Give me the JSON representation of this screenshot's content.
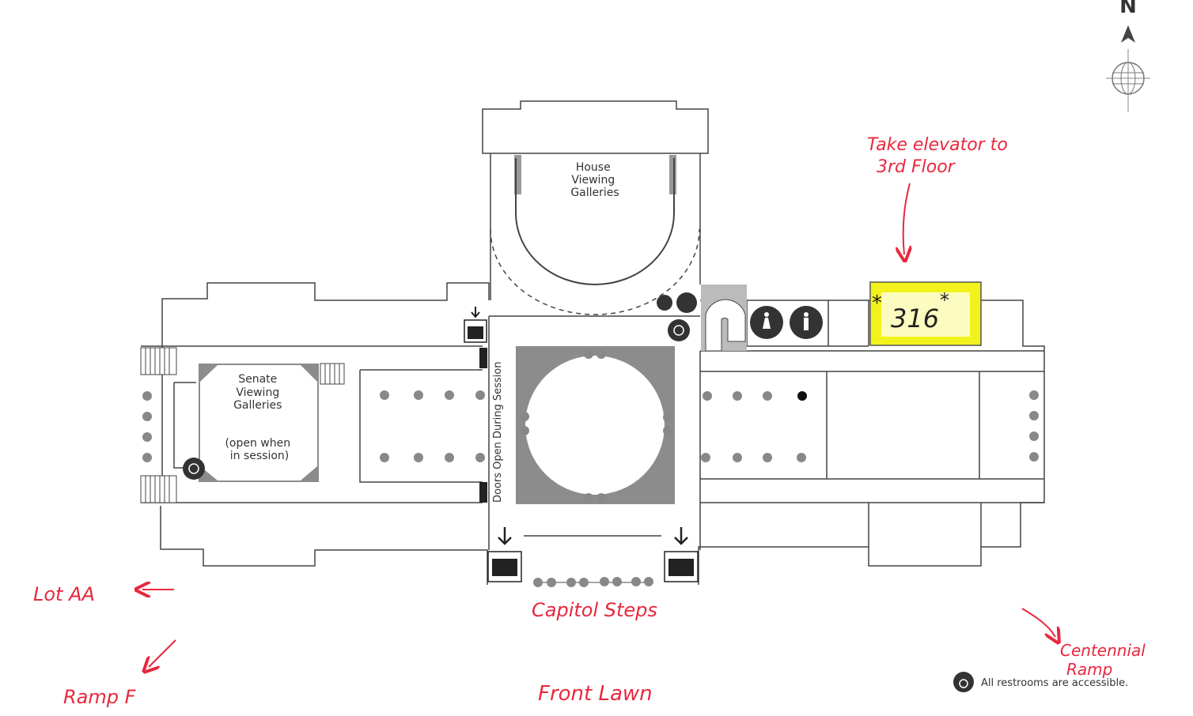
{
  "compass": {
    "north_label": "N"
  },
  "rooms": {
    "house": [
      "House",
      "Viewing",
      "Galleries"
    ],
    "senate": [
      "Senate",
      "Viewing",
      "Galleries"
    ],
    "senate_note": [
      "(open when",
      "in session)"
    ],
    "doors_note": "Doors Open During Session",
    "room_number": "316",
    "star": "*"
  },
  "annotations": {
    "elevator_note": [
      "Take elevator to",
      "3rd Floor"
    ],
    "lot": "Lot AA",
    "ramp_f": "Ramp F",
    "capitol_steps": "Capitol Steps",
    "front_lawn": "Front Lawn",
    "centennial_ramp": [
      "Centennial",
      "Ramp"
    ]
  },
  "legend": {
    "text": "All restrooms are accessible."
  },
  "colors": {
    "annotation_red": "#e8283e",
    "highlight_yellow": "#f4f21c",
    "wall": "#444444",
    "rotunda_gray": "#8c8c8c"
  },
  "icons": [
    "compass-icon",
    "elevator-icon",
    "restroom-icon",
    "accessible-icon",
    "stairs-icon",
    "family-restroom-icon"
  ]
}
